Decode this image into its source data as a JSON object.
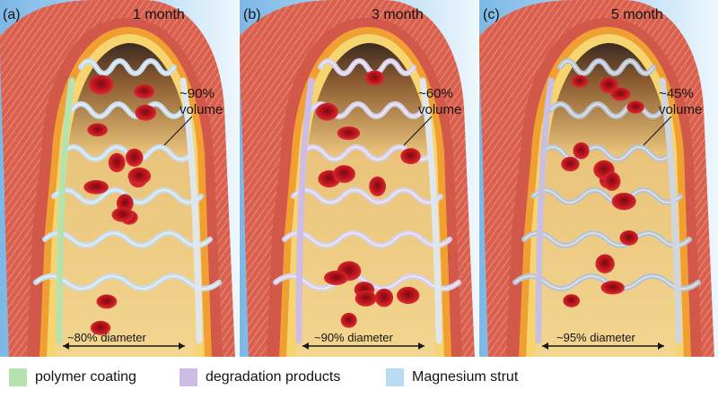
{
  "panels": [
    {
      "letter": "(a)",
      "time": "1 month",
      "volume": "~90%",
      "volume_unit": "volume",
      "diameter": "~80% diameter"
    },
    {
      "letter": "(b)",
      "time": "3 month",
      "volume": "~60%",
      "volume_unit": "volume",
      "diameter": "~90% diameter"
    },
    {
      "letter": "(c)",
      "time": "5 month",
      "volume": "~45%",
      "volume_unit": "volume",
      "diameter": "~95% diameter"
    }
  ],
  "legend": [
    {
      "label": "polymer coating",
      "color": "#b5e3b0"
    },
    {
      "label": "degradation products",
      "color": "#cdbde6"
    },
    {
      "label": "Magnesium strut",
      "color": "#b9dcf3"
    }
  ],
  "colors": {
    "background_blue": "#8fc4ec",
    "vessel_outer": "#d2584a",
    "vessel_orange": "#f0a033",
    "vessel_yellow": "#f6d470",
    "lumen": "#f1cf86",
    "blood_cell": "#b8141c",
    "strut": "#dfe6ee"
  }
}
